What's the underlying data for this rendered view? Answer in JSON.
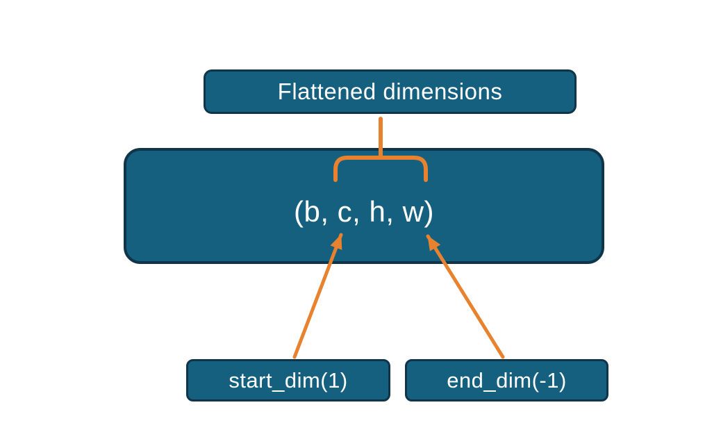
{
  "diagram": {
    "nodes": {
      "flattened_label": "Flattened dimensions",
      "tuple_label": "(b, c, h, w)",
      "start_dim_label": "start_dim(1)",
      "end_dim_label": "end_dim(-1)"
    },
    "colors": {
      "box_fill": "#15607f",
      "box_border": "#10344a",
      "text": "#ffffff",
      "connector": "#e8822e",
      "background": "#ffffff"
    }
  }
}
